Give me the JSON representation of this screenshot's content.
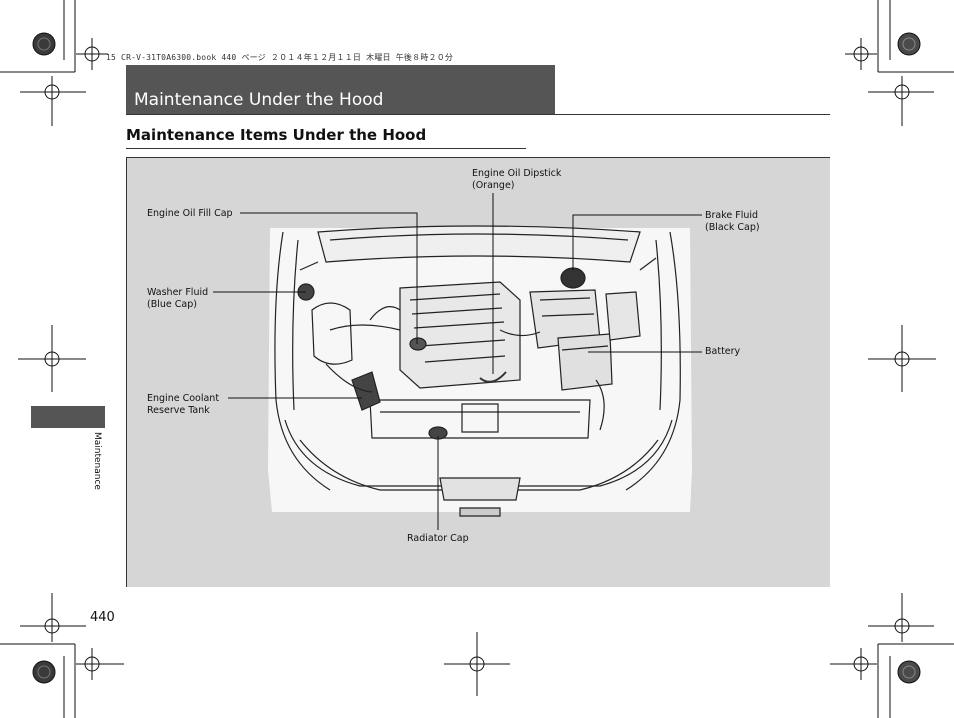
{
  "print_header": "15 CR-V-31T0A6300.book  440 ページ  ２０１４年１２月１１日  木曜日  午後８時２０分",
  "page_title": "Maintenance Under the Hood",
  "section_title": "Maintenance Items Under the Hood",
  "side_tab_label": "Maintenance",
  "page_number": "440",
  "callouts": {
    "engine_oil_fill_cap": "Engine Oil Fill Cap",
    "engine_oil_dipstick": [
      "Engine Oil Dipstick",
      "(Orange)"
    ],
    "brake_fluid": [
      "Brake Fluid",
      "(Black Cap)"
    ],
    "washer_fluid": [
      "Washer Fluid",
      "(Blue Cap)"
    ],
    "battery": "Battery",
    "engine_coolant_reserve_tank": [
      "Engine Coolant",
      "Reserve Tank"
    ],
    "radiator_cap": "Radiator Cap"
  },
  "colors": {
    "title_band": "#555555",
    "figure_background": "#d6d6d6",
    "side_tab": "#555555"
  },
  "icons": [
    "crop-registration-mark-icon",
    "color-registration-circle-icon"
  ]
}
